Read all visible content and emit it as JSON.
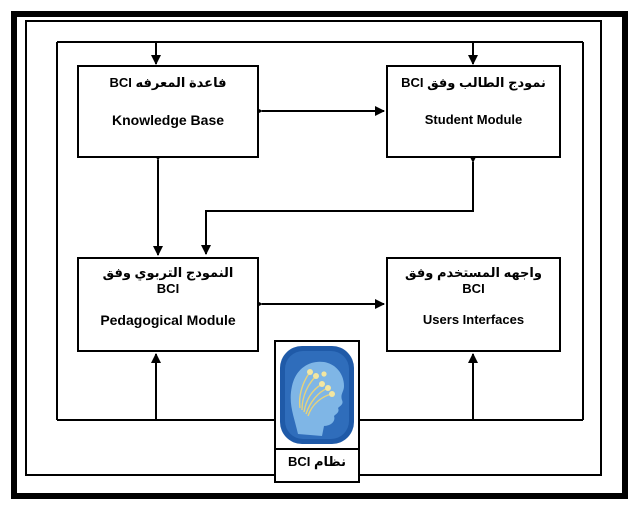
{
  "modules": {
    "knowledge_base": {
      "arabic": "فاعدة المعرفه BCI",
      "english": "Knowledge Base"
    },
    "student_module": {
      "arabic": "نمودج الطالب وفق BCI",
      "english": "Student Module"
    },
    "pedagogical_module": {
      "arabic": "النمودج التربوي وفق",
      "bci": "BCI",
      "english": "Pedagogical Module"
    },
    "users_interfaces": {
      "arabic": "واجهه المستخدم  وفق",
      "bci": "BCI",
      "english": "Users Interfaces"
    }
  },
  "bci_system": {
    "label": "نظام BCI",
    "icon": "brain-head-icon"
  },
  "colors": {
    "line": "#000000",
    "icon_bg": "#1f5aa8",
    "head": "#7fb6e6",
    "wires": "#e7d27a"
  }
}
